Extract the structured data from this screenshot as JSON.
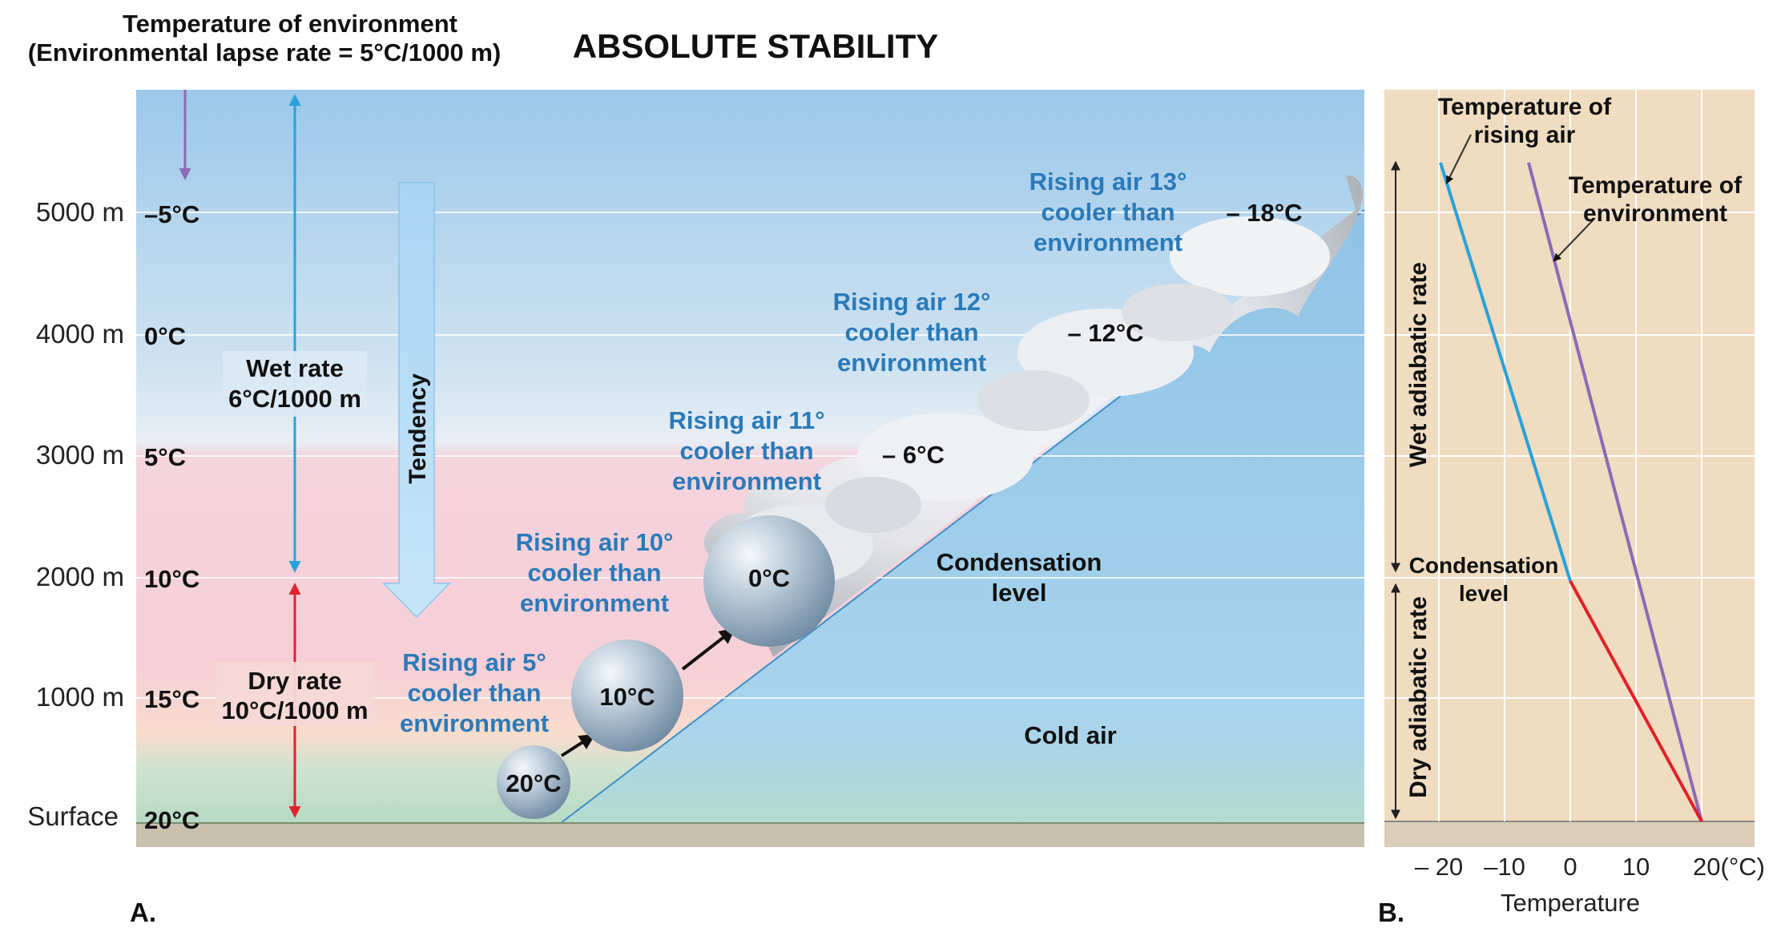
{
  "title": "ABSOLUTE STABILITY",
  "env_note": {
    "line1": "Temperature of environment",
    "line2": "(Environmental lapse rate = 5°C/1000 m)"
  },
  "altitudes": [
    {
      "label": "5000 m",
      "env_temp": "–5°C"
    },
    {
      "label": "4000 m",
      "env_temp": "0°C"
    },
    {
      "label": "3000 m",
      "env_temp": "5°C"
    },
    {
      "label": "2000 m",
      "env_temp": "10°C"
    },
    {
      "label": "1000 m",
      "env_temp": "15°C"
    },
    {
      "label": "Surface",
      "env_temp": "20°C"
    }
  ],
  "wet_rate": {
    "line1": "Wet rate",
    "line2": "6°C/1000 m"
  },
  "dry_rate": {
    "line1": "Dry rate",
    "line2": "10°C/1000 m"
  },
  "tendency": "Tendency",
  "parcels": [
    {
      "temp": "20°C"
    },
    {
      "temp": "10°C"
    },
    {
      "temp": "0°C"
    }
  ],
  "cloud_temps": [
    "– 6°C",
    "– 12°C",
    "– 18°C"
  ],
  "rising_notes": [
    {
      "l1": "Rising air 5°",
      "l2": "cooler than",
      "l3": "environment"
    },
    {
      "l1": "Rising air 10°",
      "l2": "cooler than",
      "l3": "environment"
    },
    {
      "l1": "Rising air 11°",
      "l2": "cooler than",
      "l3": "environment"
    },
    {
      "l1": "Rising air 12°",
      "l2": "cooler than",
      "l3": "environment"
    },
    {
      "l1": "Rising air 13°",
      "l2": "cooler than",
      "l3": "environment"
    }
  ],
  "condensation_level": {
    "l1": "Condensation",
    "l2": "level"
  },
  "cold_air": "Cold air",
  "panel_a": "A.",
  "panel_b": "B.",
  "graph_b": {
    "rising_air_label": {
      "l1": "Temperature of",
      "l2": "rising air"
    },
    "environment_label": {
      "l1": "Temperature of",
      "l2": "environment"
    },
    "wet_adiabatic_rate": "Wet adiabatic rate",
    "dry_adiabatic_rate": "Dry adiabatic rate",
    "condensation_level": {
      "l1": "Condensation",
      "l2": "level"
    },
    "x_ticks": [
      "– 20",
      "–10",
      "0",
      "10",
      "20(°C)"
    ],
    "x_label": "Temperature"
  },
  "colors": {
    "sky_top": "#9cc8ea",
    "warm_band": "#f6cfd8",
    "cold_air": "#9ccdea",
    "ground": "#c9c0ae",
    "panel_b_bg": "#f0dcc0",
    "blue_text": "#2a7ab8",
    "wet_arrow": "#29a3dc",
    "dry_arrow": "#e0232b",
    "env_line": "#8c6ab5",
    "rising_line": "#2aa1d9",
    "dry_line": "#e02127"
  }
}
